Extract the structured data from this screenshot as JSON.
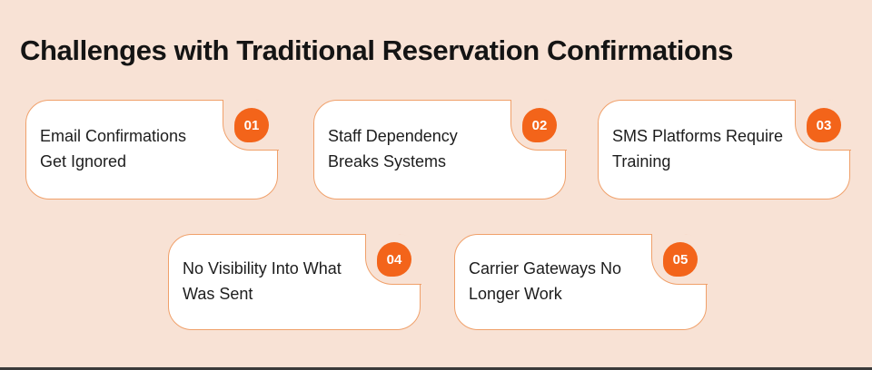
{
  "page": {
    "title": "Challenges with Traditional Reservation Confirmations"
  },
  "colors": {
    "background": "#f8e2d5",
    "card_background": "#ffffff",
    "card_border": "#f0a06a",
    "accent_orange": "#f3641a",
    "badge_text": "#ffffff",
    "title_text": "#141414",
    "card_text": "#1d1d1d",
    "bottom_edge": "#3a3a3a"
  },
  "cards": [
    {
      "number": "01",
      "label": "Email Confirmations\nGet Ignored"
    },
    {
      "number": "02",
      "label": "Staff Dependency\nBreaks Systems"
    },
    {
      "number": "03",
      "label": "SMS Platforms Require\nTraining"
    },
    {
      "number": "04",
      "label": "No Visibility Into What\nWas Sent"
    },
    {
      "number": "05",
      "label": "Carrier Gateways No\nLonger Work"
    }
  ]
}
